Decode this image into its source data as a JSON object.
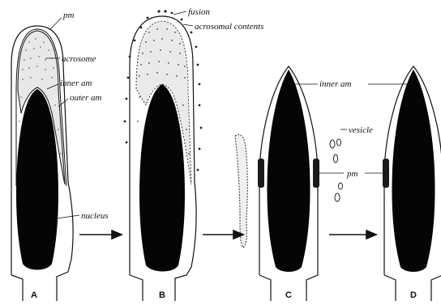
{
  "labels": {
    "pm": "pm",
    "acrosome": "acrosome",
    "inner_am": "inner am",
    "outer_am": "outer am",
    "nucleus": "nucleus",
    "fusion": "fusion",
    "acrosomal_contents": "acrosomal contents",
    "inner_am_cd": "inner am",
    "vesicle": "vesicle",
    "pm_cd": "pm"
  },
  "panels": [
    "A",
    "B",
    "C",
    "D"
  ]
}
